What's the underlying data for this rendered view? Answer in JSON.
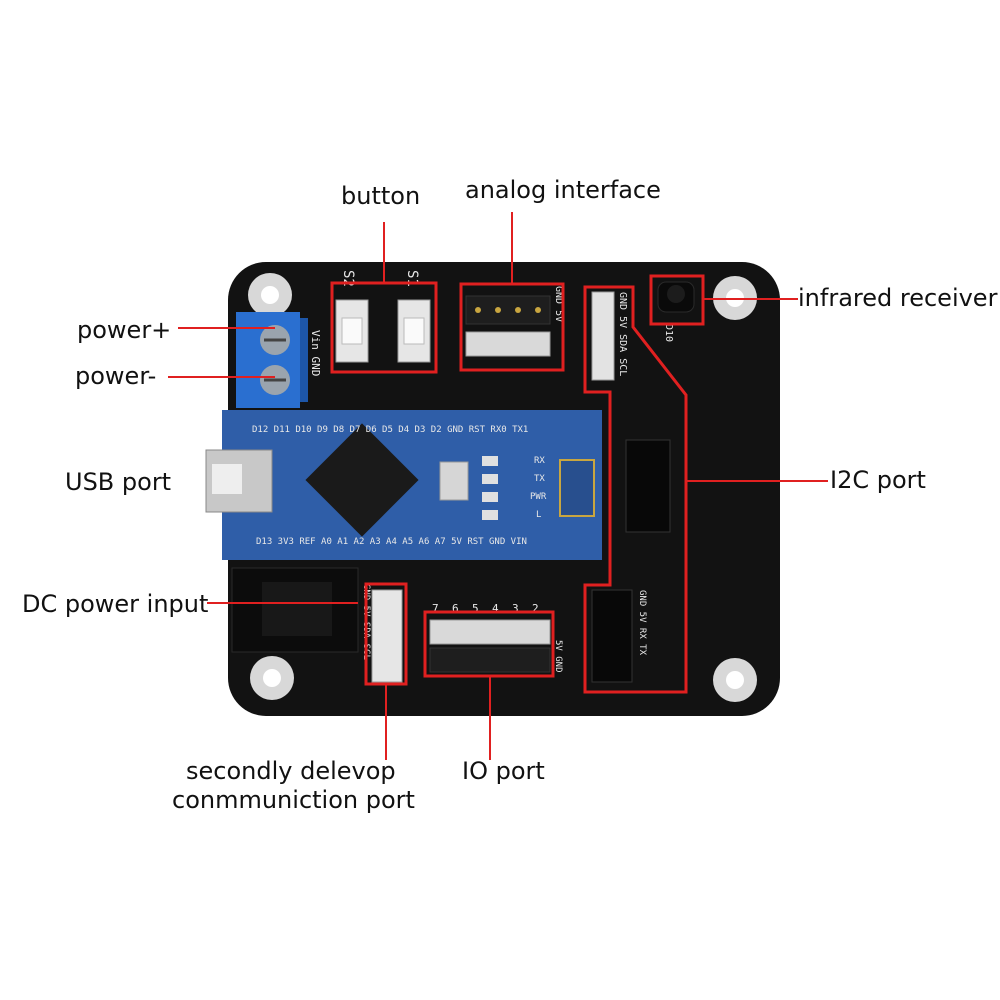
{
  "labels": {
    "button": "button",
    "analog_interface": "analog interface",
    "infrared_receiver": "infrared receiver",
    "power_plus": "power+",
    "power_minus": "power-",
    "usb_port": "USB port",
    "i2c_port": "I2C port",
    "dc_power_input": "DC power input",
    "secondly_line1": "secondly delevop",
    "secondly_line2": "conmmuniction port",
    "io_port": "IO port"
  },
  "silkscreen": {
    "s2": "S2",
    "s1": "S1",
    "vin_gnd": "Vin GND",
    "analog_header": "GND 5V",
    "i2c_header": "GND 5V SDA SCL",
    "ir_header": "D10",
    "nano_top": "D12 D11 D10 D9 D8 D7 D6 D5 D4 D3 D2 GND RST RX0 TX1",
    "nano_bottom": "D13 3V3 REF A0 A1 A2 A3 A4 A5 A6 A7 5V RST GND VIN",
    "nano_leds": [
      "RX",
      "TX",
      "PWR",
      "L"
    ],
    "io_numbers": [
      "7",
      "6",
      "5",
      "4",
      "3",
      "2"
    ],
    "io_side": "5V GND",
    "bt_header": "GND 5V SDA SCL",
    "bt_side": "GND 5V RX TX"
  },
  "colors": {
    "board": "#121212",
    "nano": "#2f5ea8",
    "callout": "#e02020",
    "terminal": "#2a6fd0"
  }
}
